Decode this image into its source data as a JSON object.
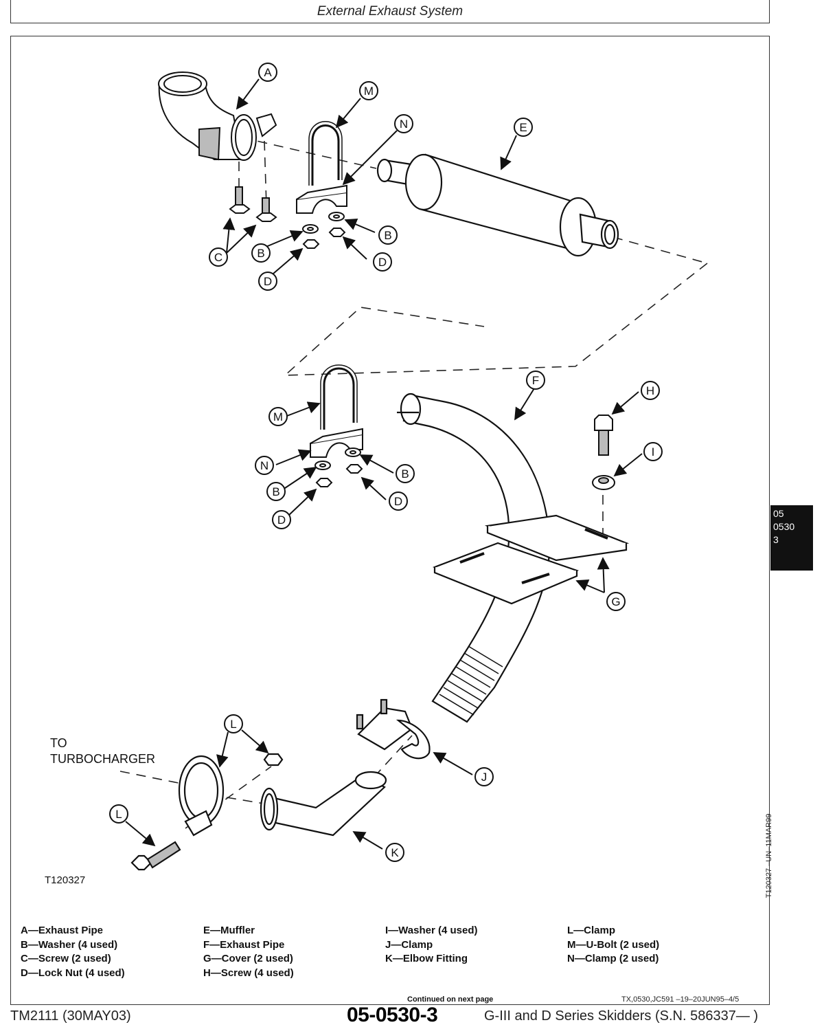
{
  "header": {
    "title": "External Exhaust System"
  },
  "diagram": {
    "callout_letters": {
      "a": "A",
      "b": "B",
      "c": "C",
      "d": "D",
      "e": "E",
      "f": "F",
      "g": "G",
      "h": "H",
      "i": "I",
      "j": "J",
      "k": "K",
      "l": "L",
      "m": "M",
      "n": "N"
    },
    "to_text": "TO",
    "turbocharger_text": "TURBOCHARGER",
    "figure_number": "T120327"
  },
  "side_tab": {
    "line1": "05",
    "line2": "0530",
    "line3": "3"
  },
  "side_code": "T120327   –UN–11MAR99",
  "legend": {
    "col1": [
      "A—Exhaust Pipe",
      "B—Washer (4 used)",
      "C—Screw (2 used)",
      "D—Lock Nut (4 used)"
    ],
    "col2": [
      "E—Muffler",
      "F—Exhaust Pipe",
      "G—Cover (2 used)",
      "H—Screw (4 used)"
    ],
    "col3": [
      "I—Washer (4 used)",
      "J—Clamp",
      "K—Elbow Fitting"
    ],
    "col4": [
      "L—Clamp",
      "M—U-Bolt (2 used)",
      "N—Clamp (2 used)"
    ]
  },
  "continued": "Continued on next page",
  "reference": "TX,0530,JC591    –19–20JUN95–4/5",
  "footer": {
    "left": "TM2111 (30MAY03)",
    "center": "05-0530-3",
    "right": "G-III and D Series Skidders (S.N. 586337— )"
  }
}
